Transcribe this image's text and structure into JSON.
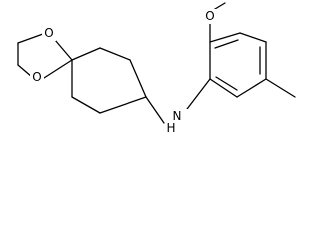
{
  "structure": {
    "atom_labels": {
      "methoxy_oxygen": "O",
      "dioxolane_oxygen_top": "O",
      "dioxolane_oxygen_bottom": "O",
      "amine_nitrogen": "N",
      "amine_hydrogen": "H"
    },
    "colors": {
      "bond": "#000000",
      "label": "#000000",
      "background": "#ffffff"
    }
  }
}
